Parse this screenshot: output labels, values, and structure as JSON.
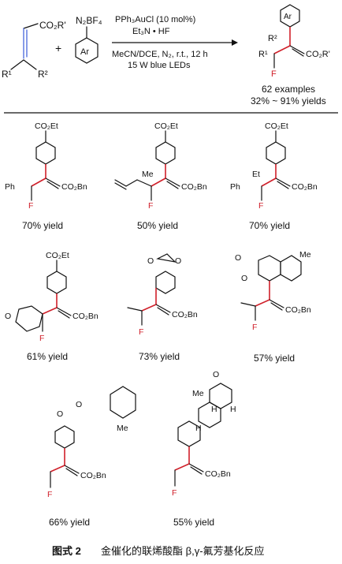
{
  "scheme": {
    "reactant_allene": {
      "ester": "CO₂R'",
      "r1": "R¹",
      "r2": "R²"
    },
    "plus": "+",
    "reactant_diazonium": {
      "group": "N₂BF₄",
      "ring": "Ar"
    },
    "conditions": {
      "catalyst": "PPh₃AuCl (10 mol%)",
      "fluoride": "Et₃N • HF",
      "solvent": "MeCN/DCE, N₂, r.t., 12 h",
      "light": "15 W blue LEDs"
    },
    "product": {
      "ring": "Ar",
      "r1": "R¹",
      "r2": "R²",
      "f": "F",
      "ester": "CO₂R'"
    },
    "scope": "62 examples",
    "yields": "32% ~ 91% yields"
  },
  "examples": [
    {
      "yield": "70% yield",
      "labels": {
        "top": "CO₂Et",
        "left": "Ph",
        "ester": "CO₂Bn",
        "f": "F"
      }
    },
    {
      "yield": "50% yield",
      "labels": {
        "top": "CO₂Et",
        "me": "Me",
        "ester": "CO₂Bn",
        "f": "F"
      }
    },
    {
      "yield": "70% yield",
      "labels": {
        "top": "CO₂Et",
        "left": "Ph",
        "et": "Et",
        "ester": "CO₂Bn",
        "f": "F"
      }
    },
    {
      "yield": "61% yield",
      "labels": {
        "top": "CO₂Et",
        "o": "O",
        "ester": "CO₂Bn",
        "f": "F"
      }
    },
    {
      "yield": "73% yield",
      "labels": {
        "o1": "O",
        "o2": "O",
        "ester": "CO₂Bn",
        "f": "F"
      }
    },
    {
      "yield": "57% yield",
      "labels": {
        "oc": "O",
        "o": "O",
        "me": "Me",
        "ester": "CO₂Bn",
        "f": "F"
      }
    },
    {
      "yield": "66% yield",
      "labels": {
        "o1": "O",
        "o2": "O",
        "me": "Me",
        "ester": "CO₂Bn",
        "f": "F"
      }
    },
    {
      "yield": "55% yield",
      "labels": {
        "o": "O",
        "me": "Me",
        "h1": "H",
        "h2": "H",
        "h3": "H",
        "ester": "CO₂Bn",
        "f": "F"
      }
    }
  ],
  "caption": {
    "label": "图式 2",
    "text": "金催化的联烯酸酯 β,γ-氟芳基化反应"
  }
}
